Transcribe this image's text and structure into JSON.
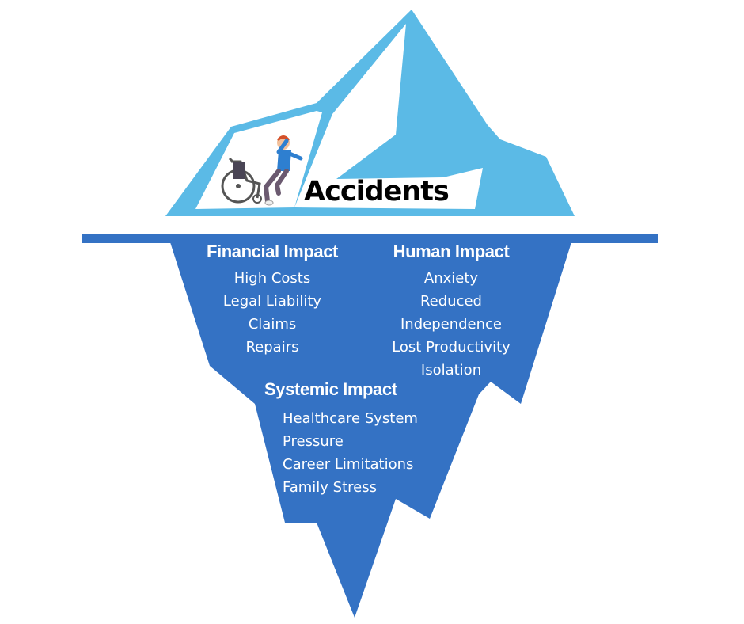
{
  "title": "Accidents",
  "colors": {
    "tip": "#5bbae6",
    "underwater": "#3472c4",
    "waterline": "#3472c4",
    "text_light": "#ffffff",
    "text_dark": "#000000"
  },
  "icons": {
    "illustration": "person-falling-from-wheelchair-icon"
  },
  "financial": {
    "heading": "Financial Impact",
    "items": [
      "High Costs",
      "Legal Liability",
      "Claims",
      "Repairs"
    ]
  },
  "human": {
    "heading": "Human Impact",
    "items": [
      "Anxiety",
      "Reduced",
      "Independence",
      "Lost Productivity",
      "Isolation"
    ]
  },
  "systemic": {
    "heading": "Systemic Impact",
    "items": [
      "Healthcare System",
      "Pressure",
      "Career Limitations",
      "Family Stress"
    ]
  }
}
